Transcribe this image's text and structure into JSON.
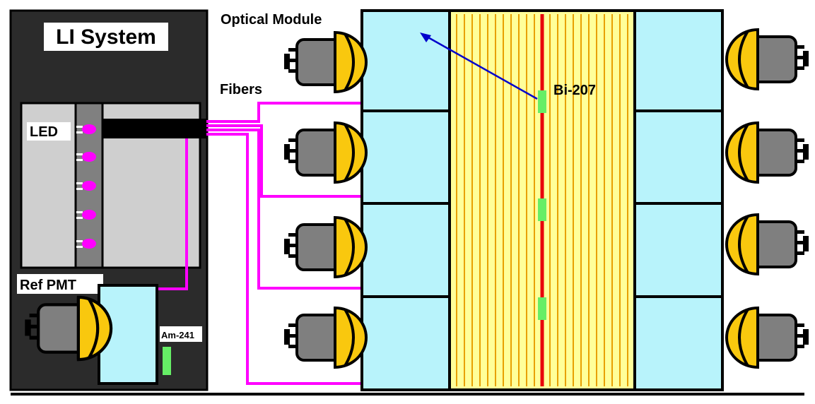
{
  "labels": {
    "li_system": "LI System",
    "led": "LED",
    "ref_pmt": "Ref PMT",
    "am241": "Am-241",
    "optical_module": "Optical Module",
    "fibers": "Fibers",
    "bi207": "Bi-207"
  },
  "colors": {
    "box_dark": "#2b2b2b",
    "panel_grey": "#cfcfcf",
    "scintillator": "#b8f3fb",
    "pmt_yellow": "#f9c80e",
    "pmt_grey": "#7f7f7f",
    "fiber_magenta": "#ff00ff",
    "source_tape_red": "#e8000b",
    "tracker_yellow": "#ffff99",
    "tracker_wire": "#e8a000",
    "source_green": "#66ee66",
    "arrow_blue": "#0000cc"
  },
  "structure": {
    "led_count": 5,
    "left_calorimeter_blocks": 4,
    "right_calorimeter_blocks": 4,
    "bi207_sources": 3,
    "fibers": 5
  }
}
